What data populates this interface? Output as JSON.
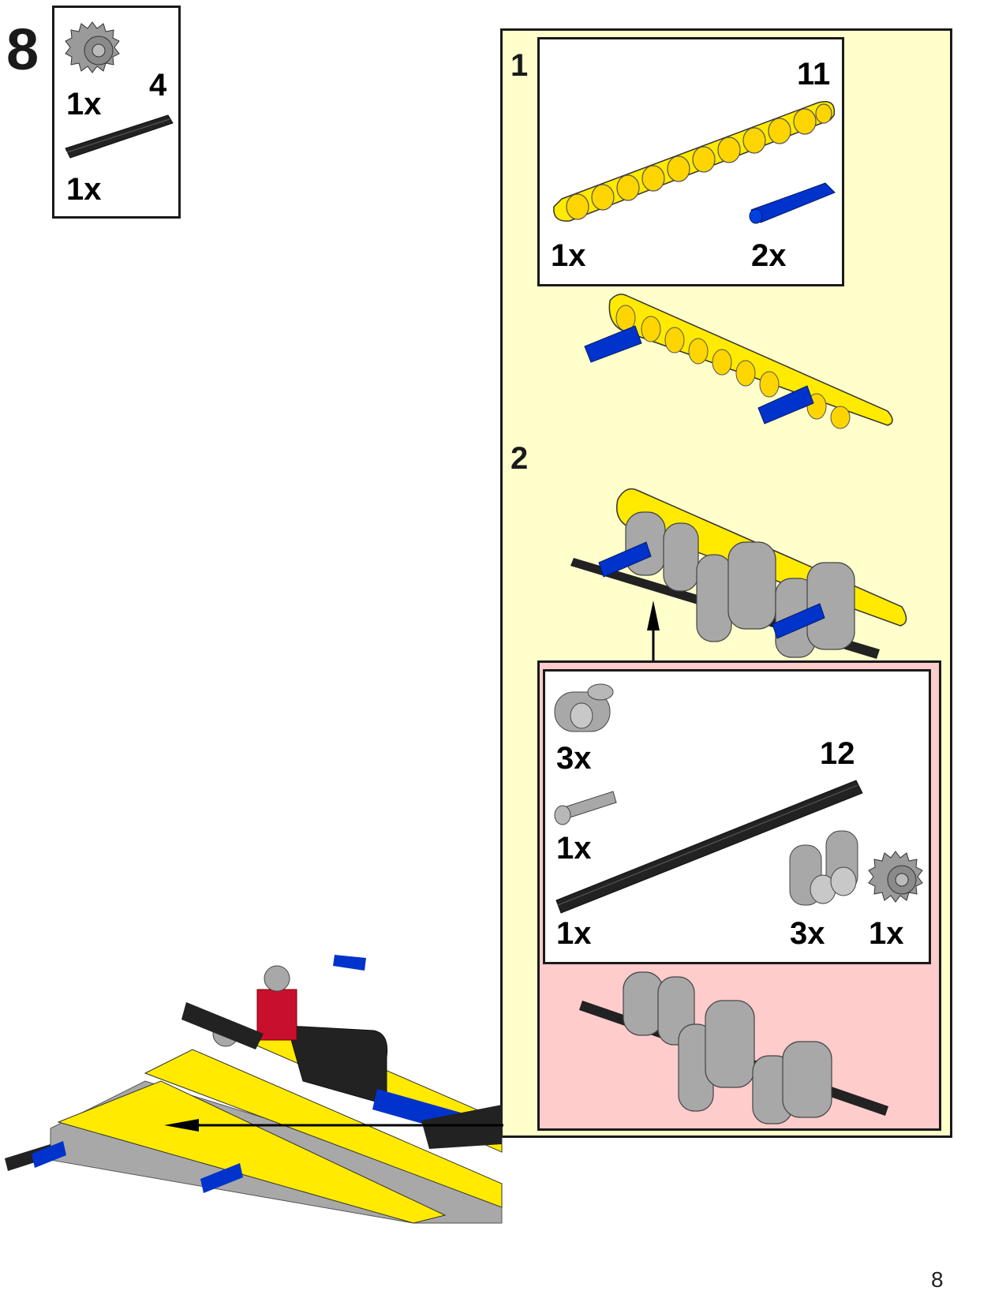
{
  "page": {
    "step_number": "8",
    "page_number": "8",
    "colors": {
      "substep_panel_bg": "#ffffcc",
      "subassembly_bg": "#ffcccc",
      "parts_box_bg": "#ffffff",
      "border": "#1a1a1a",
      "yellow": "#ffea00",
      "blue": "#0033cc",
      "black_part": "#222222",
      "grey_part": "#a8a8a8",
      "red_part": "#c8102e"
    }
  },
  "main_parts_list": {
    "items": [
      {
        "part": "bevel-gear-12-tooth",
        "qty": "1x"
      },
      {
        "part": "axle",
        "length": "4",
        "qty": "1x"
      }
    ]
  },
  "substeps": [
    {
      "number": "1",
      "parts_list": {
        "items": [
          {
            "part": "beam",
            "length": "11",
            "qty": "1x"
          },
          {
            "part": "pin-with-friction",
            "qty": "2x"
          }
        ]
      }
    },
    {
      "number": "2",
      "subassembly_parts_list": {
        "items": [
          {
            "part": "cross-block-perpendicular",
            "qty": "3x"
          },
          {
            "part": "axle-pin",
            "qty": "1x"
          },
          {
            "part": "axle",
            "length": "12",
            "qty": "1x"
          },
          {
            "part": "double-cross-block",
            "qty": "3x"
          },
          {
            "part": "bevel-gear-12-tooth",
            "qty": "1x"
          }
        ]
      }
    }
  ]
}
